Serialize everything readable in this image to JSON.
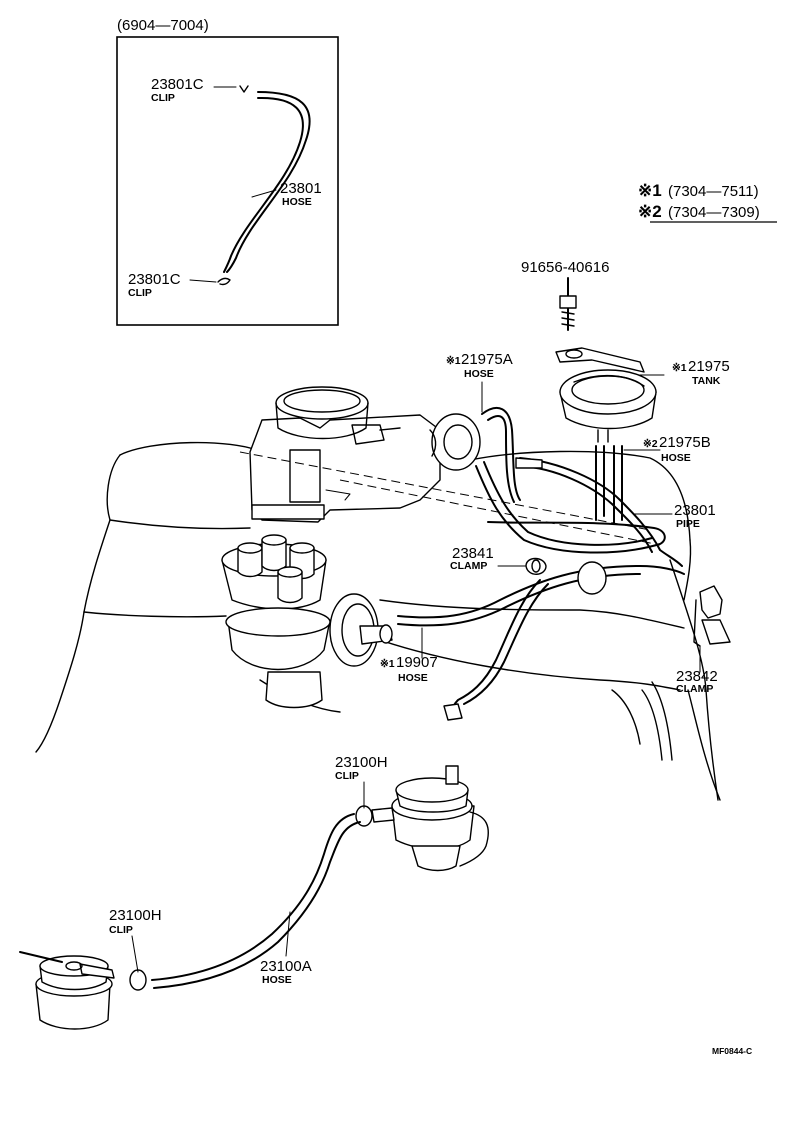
{
  "inset": {
    "range": "(6904—7004)",
    "clip_top": {
      "number": "23801C",
      "name": "CLIP"
    },
    "hose": {
      "number": "23801",
      "name": "HOSE"
    },
    "clip_bottom": {
      "number": "23801C",
      "name": "CLIP"
    }
  },
  "applicability": [
    {
      "mark": "※1",
      "range": "(7304—7511)"
    },
    {
      "mark": "※2",
      "range": "(7304—7309)"
    }
  ],
  "parts": [
    {
      "key": "bolt",
      "mark": "",
      "number": "91656-40616",
      "name": ""
    },
    {
      "key": "hose_21975a",
      "mark": "※1",
      "number": "21975A",
      "name": "HOSE"
    },
    {
      "key": "tank_21975",
      "mark": "※1",
      "number": "21975",
      "name": "TANK"
    },
    {
      "key": "hose_21975b",
      "mark": "※2",
      "number": "21975B",
      "name": "HOSE"
    },
    {
      "key": "pipe_23801",
      "mark": "",
      "number": "23801",
      "name": "PIPE"
    },
    {
      "key": "clamp_23841",
      "mark": "",
      "number": "23841",
      "name": "CLAMP"
    },
    {
      "key": "hose_19907",
      "mark": "※1",
      "number": "19907",
      "name": "HOSE"
    },
    {
      "key": "clamp_23842",
      "mark": "",
      "number": "23842",
      "name": "CLAMP"
    },
    {
      "key": "clip_23100h_upper",
      "mark": "",
      "number": "23100H",
      "name": "CLIP"
    },
    {
      "key": "clip_23100h_lower",
      "mark": "",
      "number": "23100H",
      "name": "CLIP"
    },
    {
      "key": "hose_23100a",
      "mark": "",
      "number": "23100A",
      "name": "HOSE"
    }
  ],
  "figure_code": "MF0844-C"
}
